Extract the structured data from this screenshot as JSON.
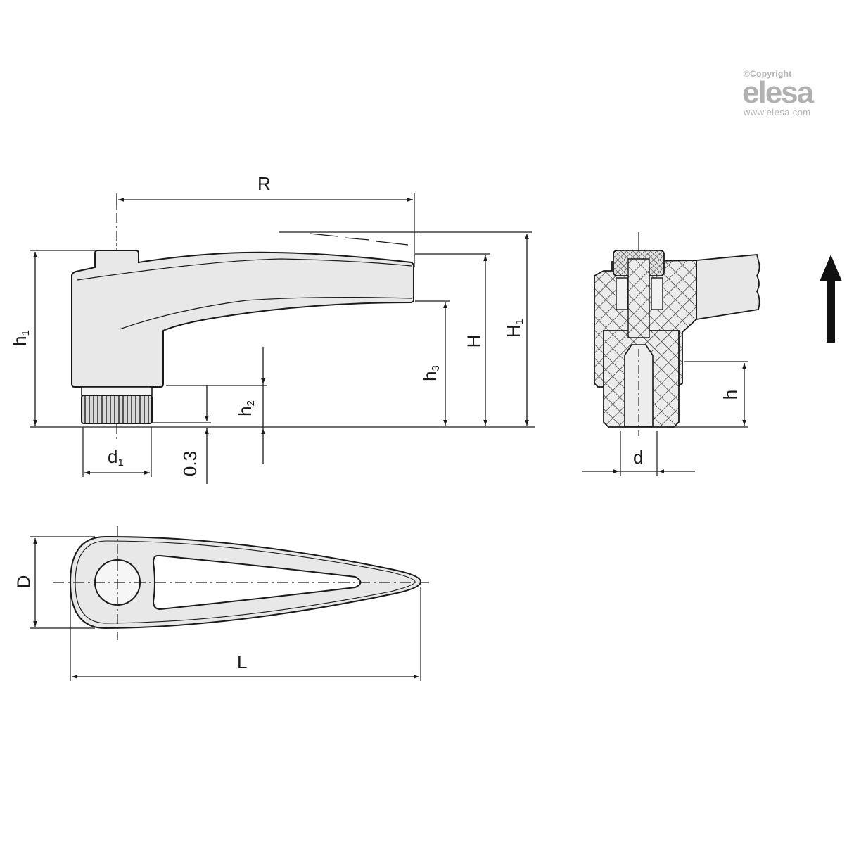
{
  "watermark": {
    "copyright": "©Copyright",
    "brand": "elesa",
    "url": "www.elesa.com",
    "color": "#b4b4b4"
  },
  "drawing": {
    "title": "Adjustable cam lever with threaded insert — technical drawing",
    "line_color": "#1a1a1a",
    "fill_color": "#e8e8e8",
    "side_view": {
      "dimensions": {
        "R": "R",
        "h1_base": "h",
        "h1_sub": "1",
        "h2_base": "h",
        "h2_sub": "2",
        "h3_base": "h",
        "h3_sub": "3",
        "H": "H",
        "H1_base": "H",
        "H1_sub": "1",
        "d1_base": "d",
        "d1_sub": "1",
        "gap": "0.3"
      }
    },
    "section_view": {
      "dimensions": {
        "h": "h",
        "d": "d"
      },
      "direction_arrow": "arrow-up"
    },
    "top_view": {
      "dimensions": {
        "D": "D",
        "L": "L"
      }
    }
  }
}
